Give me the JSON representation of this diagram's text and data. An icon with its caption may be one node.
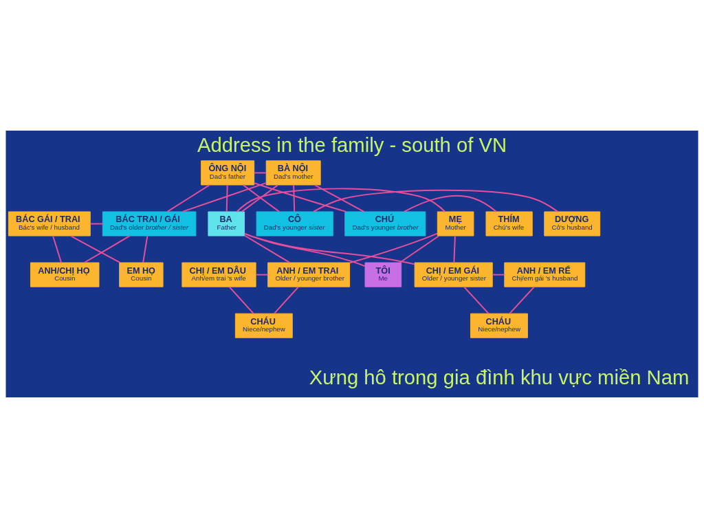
{
  "diagram": {
    "title": "Address in the family - south of VN",
    "caption": "Xưng hô trong gia đình khu vực miền Nam",
    "nodes": [
      {
        "text": [
          "ÔNG NỘI",
          "Dad's father"
        ]
      },
      {
        "text": [
          "BÀ NỘI",
          "Dad's mother"
        ]
      },
      {
        "text": [
          "BÁC GÁI / TRAI",
          "Bác's wife / husband"
        ]
      },
      {
        "text": [
          "BÁC TRAI / GÁI",
          "Dad's older *brother / sister*"
        ]
      },
      {
        "text": [
          "CHÚ",
          "Dad's younger *brother*"
        ]
      },
      {
        "text": [
          "THÍM",
          "Chú's wife"
        ]
      },
      {
        "text": [
          "BA",
          "Father"
        ]
      },
      {
        "text": [
          "MẸ",
          "Mother"
        ]
      },
      {
        "text": [
          "CÔ",
          "Dad's younger *sister*"
        ]
      },
      {
        "text": [
          "DƯỢNG",
          "Cô's husband"
        ]
      },
      {
        "text": [
          "EM HỌ",
          "Cousin"
        ]
      },
      {
        "text": [
          "ANH/CHỊ HỌ",
          "Cousin"
        ]
      },
      {
        "text": [
          "CHỊ / EM DÂU",
          "Anh/em trai 's wife"
        ]
      },
      {
        "text": [
          "ANH / EM TRAI",
          "Older / younger brother"
        ]
      },
      {
        "text": [
          "TÔI",
          "Me"
        ]
      },
      {
        "text": [
          "CHỊ / EM GÁI",
          "Older / younger sister"
        ]
      },
      {
        "text": [
          "ANH / EM RỂ",
          "Chị/em gái 's husband"
        ]
      },
      {
        "text": [
          "CHÁU",
          "Niece/nephew"
        ]
      },
      {
        "text": [
          "CHÁU",
          "Niece/nephew"
        ]
      }
    ],
    "edges": [
      {
        "from": 0,
        "to": 1,
        "arrow": "none"
      },
      {
        "from": 0,
        "to": 3,
        "arrow": "none"
      },
      {
        "from": 1,
        "to": 3,
        "arrow": "none"
      },
      {
        "from": 0,
        "to": 4,
        "arrow": "none"
      },
      {
        "from": 1,
        "to": 4,
        "arrow": "none"
      },
      {
        "from": 0,
        "to": 6,
        "arrow": "none"
      },
      {
        "from": 1,
        "to": 6,
        "arrow": "none"
      },
      {
        "from": 0,
        "to": 8,
        "arrow": "none"
      },
      {
        "from": 1,
        "to": 8,
        "arrow": "none"
      },
      {
        "from": 2,
        "to": 3,
        "arrow": "none"
      },
      {
        "from": 4,
        "to": 5,
        "arrow": "none"
      },
      {
        "from": 6,
        "to": 7,
        "arrow": "none"
      },
      {
        "from": 8,
        "to": 9,
        "arrow": "none"
      },
      {
        "from": 2,
        "to": 10,
        "arrow": "none"
      },
      {
        "from": 3,
        "to": 10,
        "arrow": "none"
      },
      {
        "from": 2,
        "to": 11,
        "arrow": "none"
      },
      {
        "from": 3,
        "to": 11,
        "arrow": "none"
      },
      {
        "from": 6,
        "to": 13,
        "arrow": "none"
      },
      {
        "from": 7,
        "to": 13,
        "arrow": "none"
      },
      {
        "from": 6,
        "to": 14,
        "arrow": "none"
      },
      {
        "from": 7,
        "to": 14,
        "arrow": "none"
      },
      {
        "from": 6,
        "to": 15,
        "arrow": "none"
      },
      {
        "from": 7,
        "to": 15,
        "arrow": "none"
      },
      {
        "from": 12,
        "to": 13,
        "arrow": "none"
      },
      {
        "from": 15,
        "to": 16,
        "arrow": "none"
      },
      {
        "from": 12,
        "to": 17,
        "arrow": "none"
      },
      {
        "from": 13,
        "to": 17,
        "arrow": "none"
      },
      {
        "from": 15,
        "to": 18,
        "arrow": "none"
      },
      {
        "from": 16,
        "to": 18,
        "arrow": "none"
      }
    ]
  }
}
